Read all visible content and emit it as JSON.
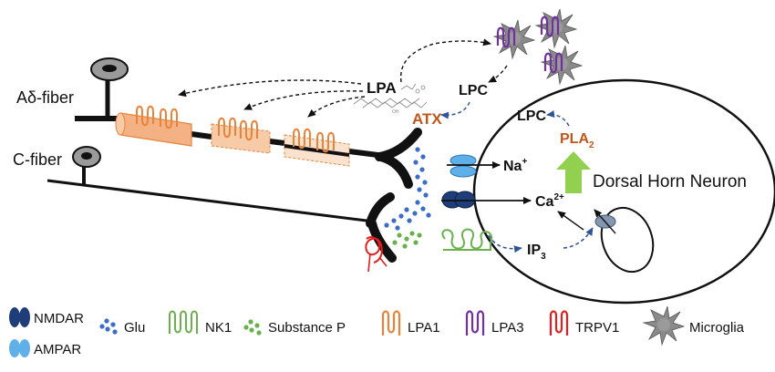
{
  "fibers": {
    "a_delta_label": "Aδ-fiber",
    "c_fiber_label": "C-fiber"
  },
  "lipids": {
    "lpa": "LPA",
    "lpc_top": "LPC",
    "atx": "ATX",
    "lpc_neuron": "LPC",
    "pla_main": "PLA",
    "pla_sub": "2"
  },
  "ions": {
    "na_main": "Na",
    "na_sup": "+",
    "ca_main": "Ca",
    "ca_sup": "2+",
    "ip_main": "IP",
    "ip_sub": "3"
  },
  "neuron": {
    "label": "Dorsal Horn Neuron"
  },
  "legend": {
    "nmdar": "NMDAR",
    "ampar": "AMPAR",
    "glu": "Glu",
    "nk1": "NK1",
    "substance_p": "Substance P",
    "lpa1": "LPA1",
    "lpa3": "LPA3",
    "trpv1": "TRPV1",
    "microglia": "Microglia"
  },
  "colors": {
    "lpa1": "#e8833a",
    "lpa3": "#7030a0",
    "trpv1": "#e0201c",
    "nk1": "#6ab04c",
    "glu": "#3a6cc8",
    "substance_p": "#6ab04c",
    "nmdar": "#1f3d78",
    "ampar": "#5fb0e8",
    "atx": "#c0561a",
    "pla2": "#c0561a",
    "dashed_arrow": "#2f5597",
    "microglia": "#8a8a8a"
  }
}
